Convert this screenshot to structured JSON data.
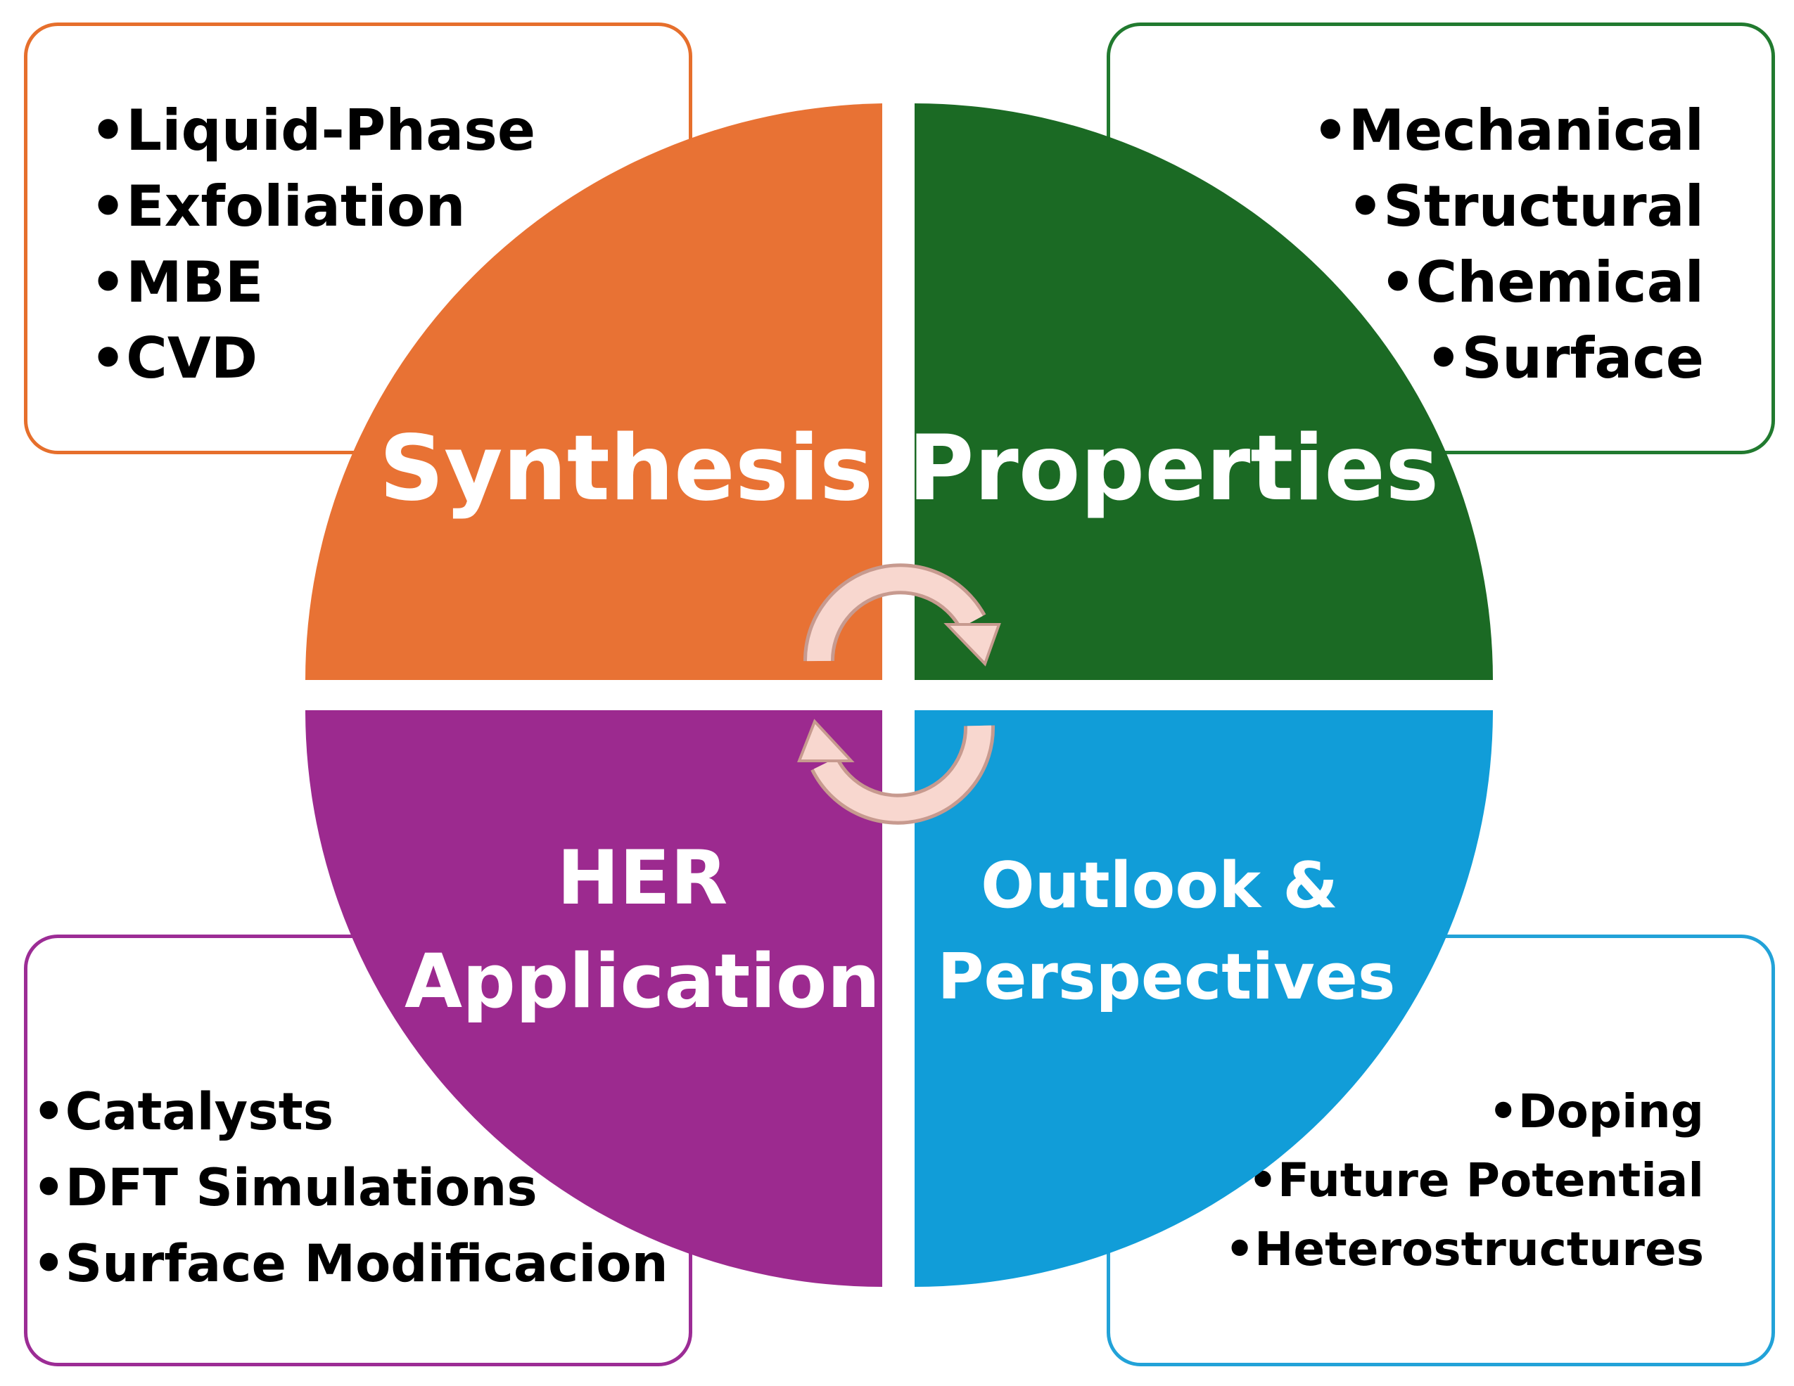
{
  "quadrants": {
    "top_left": {
      "title": [
        "Synthesis"
      ],
      "color": "#e87234",
      "items": [
        "•Liquid-Phase",
        "•Exfoliation",
        "•MBE",
        "•CVD"
      ]
    },
    "top_right": {
      "title": [
        "Properties"
      ],
      "color": "#1b6a24",
      "items": [
        "•Mechanical",
        "•Structural",
        "•Chemical",
        "•Surface"
      ]
    },
    "bottom_left": {
      "title": [
        "HER",
        "Application"
      ],
      "color": "#9c2a8f",
      "items": [
        "•Catalysts",
        "•DFT Simulations",
        "•Surface Modificacion"
      ]
    },
    "bottom_right": {
      "title": [
        "Outlook &",
        "Perspectives"
      ],
      "color": "#119dd8",
      "items": [
        "•Doping",
        "•Future Potential",
        "•Heterostructures"
      ]
    }
  },
  "box_colors": {
    "top_left": "#e66f2c",
    "top_right": "#217a2f",
    "bottom_left": "#9c2c95",
    "bottom_right": "#22a2d8"
  },
  "arrow_color": "#f8d7cf"
}
